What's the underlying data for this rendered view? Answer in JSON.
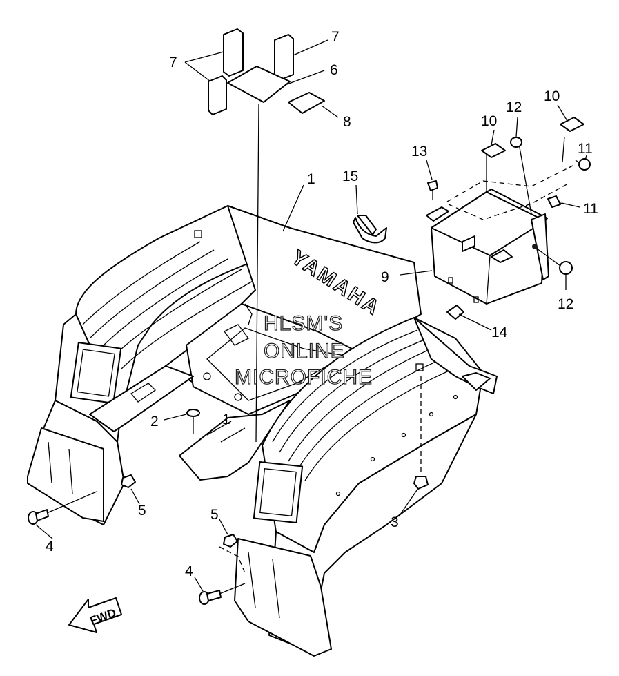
{
  "callouts": [
    {
      "id": "c1",
      "text": "1"
    },
    {
      "id": "c1b",
      "text": "1"
    },
    {
      "id": "c2",
      "text": "2"
    },
    {
      "id": "c3",
      "text": "3"
    },
    {
      "id": "c4a",
      "text": "4"
    },
    {
      "id": "c4b",
      "text": "4"
    },
    {
      "id": "c5a",
      "text": "5"
    },
    {
      "id": "c5b",
      "text": "5"
    },
    {
      "id": "c6",
      "text": "6"
    },
    {
      "id": "c7a",
      "text": "7"
    },
    {
      "id": "c7b",
      "text": "7"
    },
    {
      "id": "c8",
      "text": "8"
    },
    {
      "id": "c9",
      "text": "9"
    },
    {
      "id": "c10a",
      "text": "10"
    },
    {
      "id": "c10b",
      "text": "10"
    },
    {
      "id": "c11a",
      "text": "11"
    },
    {
      "id": "c11b",
      "text": "11"
    },
    {
      "id": "c12a",
      "text": "12"
    },
    {
      "id": "c12b",
      "text": "12"
    },
    {
      "id": "c13",
      "text": "13"
    },
    {
      "id": "c14",
      "text": "14"
    },
    {
      "id": "c15",
      "text": "15"
    }
  ],
  "watermark": {
    "line1": "HLSM'S",
    "line2": "ONLINE",
    "line3": "MICROFICHE"
  },
  "fwd_label": "FWD",
  "fender_logo": "YAMAHA",
  "colors": {
    "line": "#000000",
    "background": "#ffffff"
  }
}
